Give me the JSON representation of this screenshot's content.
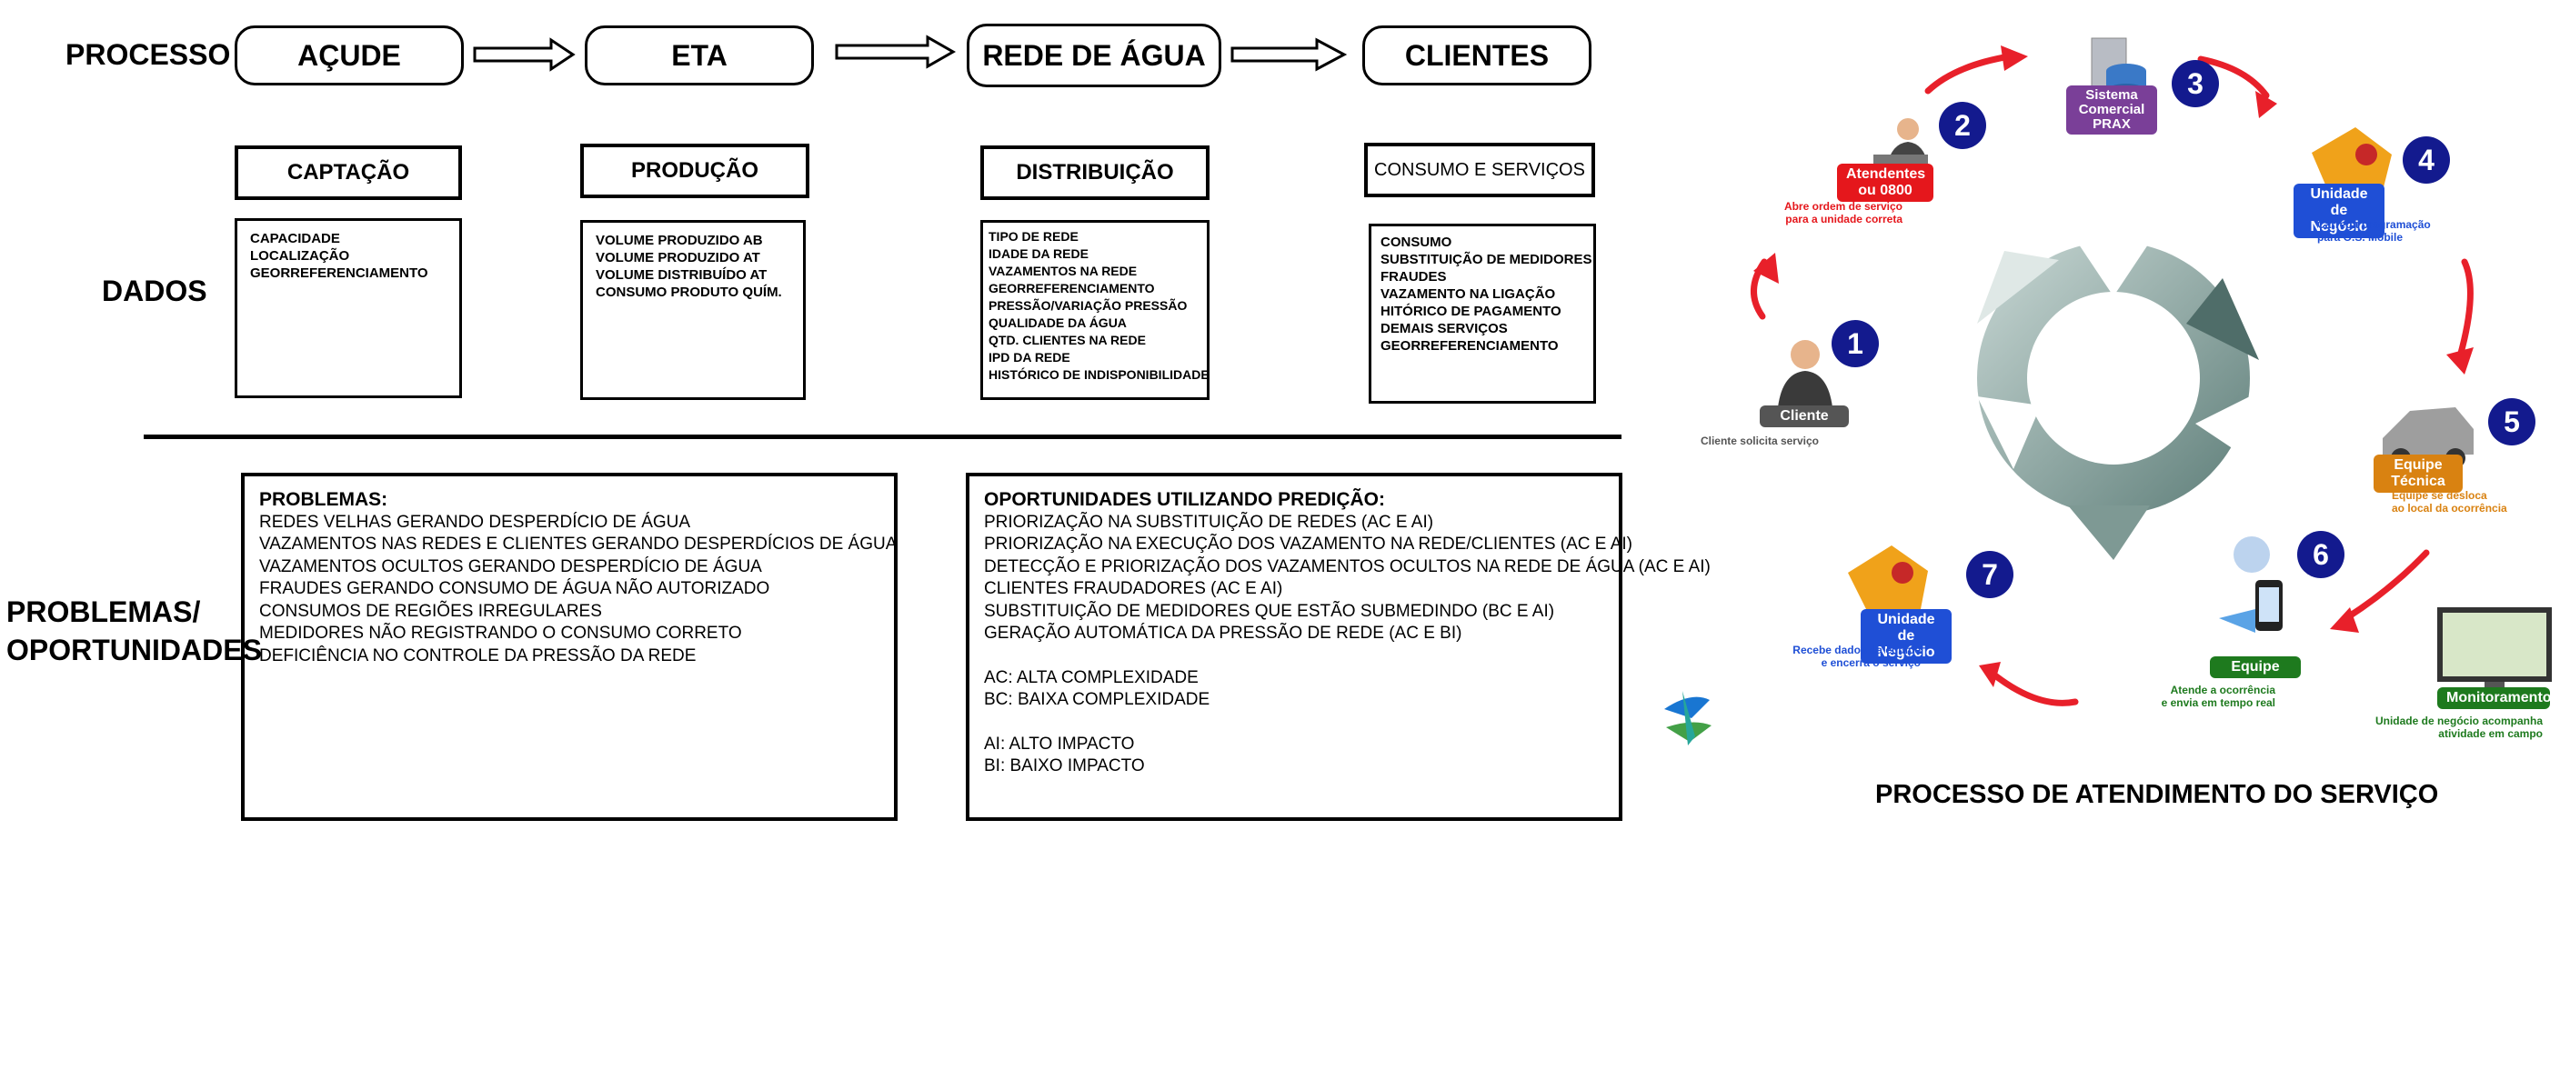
{
  "row_labels": {
    "processo": "PROCESSO",
    "dados": "DADOS",
    "problemas_l1": "PROBLEMAS/",
    "problemas_l2": "OPORTUNIDADES"
  },
  "process_steps": [
    "AÇUDE",
    "ETA",
    "REDE DE ÁGUA",
    "CLIENTES"
  ],
  "categories": [
    "CAPTAÇÃO",
    "PRODUÇÃO",
    "DISTRIBUIÇÃO",
    "CONSUMO E SERVIÇOS"
  ],
  "data_lists": [
    [
      "CAPACIDADE",
      "LOCALIZAÇÃO",
      "GEORREFERENCIAMENTO"
    ],
    [
      "VOLUME PRODUZIDO AB",
      "VOLUME PRODUZIDO AT",
      "VOLUME DISTRIBUÍDO AT",
      "CONSUMO PRODUTO QUÍM."
    ],
    [
      "TIPO DE REDE",
      "IDADE DA REDE",
      "VAZAMENTOS NA REDE",
      "GEORREFERENCIAMENTO",
      "PRESSÃO/VARIAÇÃO PRESSÃO",
      "QUALIDADE DA ÁGUA",
      "QTD. CLIENTES NA REDE",
      "IPD DA REDE",
      "HISTÓRICO DE INDISPONIBILIDADE"
    ],
    [
      "CONSUMO",
      "SUBSTITUIÇÃO DE MEDIDORES",
      "FRAUDES",
      "VAZAMENTO NA LIGAÇÃO",
      "HITÓRICO DE PAGAMENTO",
      "DEMAIS SERVIÇOS",
      "GEORREFERENCIAMENTO"
    ]
  ],
  "problems": {
    "title": "PROBLEMAS:",
    "items": [
      "REDES VELHAS GERANDO DESPERDÍCIO DE ÁGUA",
      "VAZAMENTOS NAS REDES E CLIENTES GERANDO DESPERDÍCIOS DE ÁGUA",
      "VAZAMENTOS OCULTOS GERANDO DESPERDÍCIO DE ÁGUA",
      "FRAUDES GERANDO CONSUMO DE ÁGUA NÃO AUTORIZADO",
      "CONSUMOS DE REGIÕES IRREGULARES",
      "MEDIDORES NÃO REGISTRANDO O CONSUMO CORRETO",
      "DEFICIÊNCIA NO CONTROLE DA PRESSÃO DA REDE"
    ]
  },
  "opportunities": {
    "title": "OPORTUNIDADES UTILIZANDO PREDIÇÃO:",
    "items": [
      "PRIORIZAÇÃO NA SUBSTITUIÇÃO DE REDES  (AC E AI)",
      "PRIORIZAÇÃO NA EXECUÇÃO DOS VAZAMENTO NA REDE/CLIENTES (AC E AI)",
      "DETECÇÃO E PRIORIZAÇÃO DOS VAZAMENTOS OCULTOS NA REDE DE ÁGUA (AC E AI)",
      "CLIENTES FRAUDADORES (AC E AI)",
      "SUBSTITUIÇÃO DE MEDIDORES QUE ESTÃO SUBMEDINDO (BC E AI)",
      "GERAÇÃO AUTOMÁTICA DA PRESSÃO DE REDE (AC E BI)"
    ],
    "legend1": [
      "AC: ALTA COMPLEXIDADE",
      "BC: BAIXA COMPLEXIDADE"
    ],
    "legend2": [
      "AI: ALTO IMPACTO",
      "BI: BAIXO IMPACTO"
    ]
  },
  "service": {
    "title": "PROCESSO DE ATENDIMENTO DO SERVIÇO",
    "numbers": [
      "1",
      "2",
      "3",
      "4",
      "5",
      "6",
      "7"
    ],
    "cliente": "Cliente",
    "cliente_note": "Cliente solicita serviço",
    "atendentes": [
      "Atendentes",
      "ou 0800"
    ],
    "atendentes_note": [
      "Abre ordem de serviço",
      "para a unidade correta"
    ],
    "sistema": [
      "Sistema",
      "Comercial",
      "PRAX"
    ],
    "unidade_top": [
      "Unidade",
      "de Negócio"
    ],
    "unidade_top_note": [
      "Carrega programação",
      "para O.S. Mobile"
    ],
    "equipe_tecnica": [
      "Equipe",
      "Técnica"
    ],
    "equipe_tecnica_note": [
      "Equipe se desloca",
      "ao local da ocorrência"
    ],
    "equipe": "Equipe",
    "equipe_note": [
      "Atende a ocorrência",
      "e envia em tempo real"
    ],
    "monitoramento": "Monitoramento",
    "monitoramento_note": [
      "Unidade de negócio acompanha",
      "atividade em campo"
    ],
    "unidade_bottom": [
      "Unidade",
      "de Negócio"
    ],
    "unidade_bottom_note": [
      "Recebe dados da equipe",
      "e encerra o serviço"
    ]
  },
  "colors": {
    "number_circle": "#131a8e",
    "arrow_red": "#e8202a",
    "cycle": "#8aa7a2",
    "tag_gray": "#555555",
    "tag_red": "#e5171c",
    "tag_purple": "#7a3f98",
    "tag_blue": "#1f4fd6",
    "tag_orange": "#d98211",
    "tag_green": "#1e7a1e"
  }
}
